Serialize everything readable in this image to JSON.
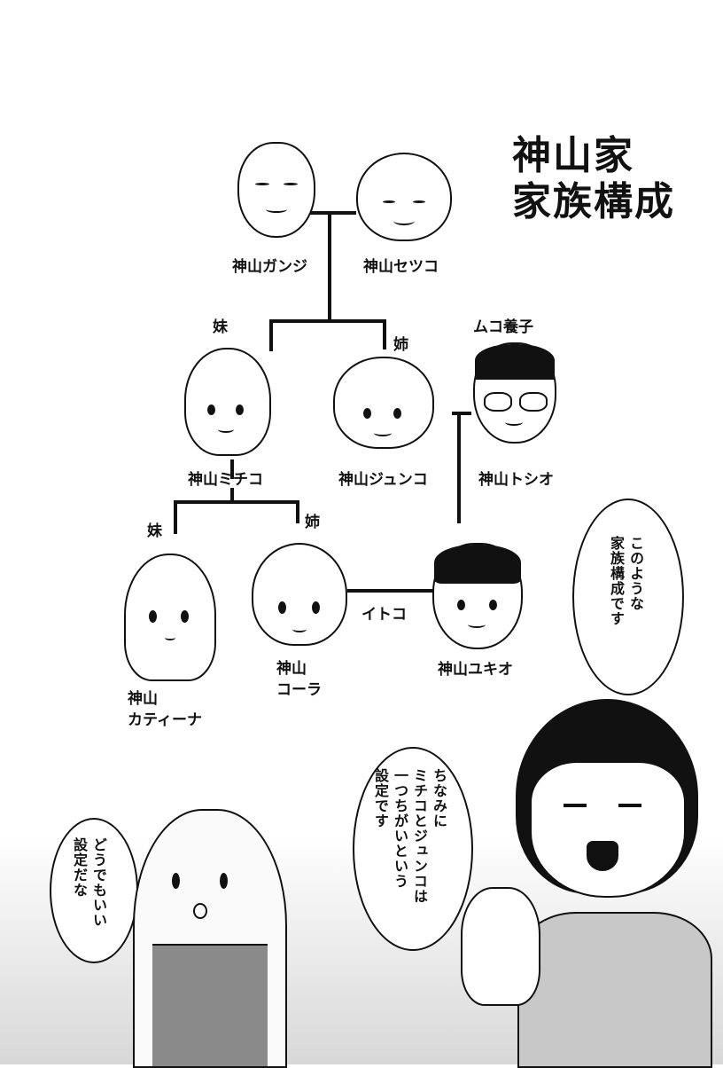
{
  "title": {
    "line1": "神山家",
    "line2": "家族構成"
  },
  "members": {
    "ganji": "神山ガンジ",
    "setsuko": "神山セツコ",
    "michiko": "神山ミチコ",
    "junko": "神山ジュンコ",
    "toshio": "神山トシオ",
    "katina_line1": "神山",
    "katina_line2": "カティーナ",
    "kora_line1": "神山",
    "kora_line2": "コーラ",
    "yukio": "神山ユキオ"
  },
  "relations": {
    "imouto_michiko": "妹",
    "ane_junko": "姉",
    "muko_yoshi": "ムコ養子",
    "imouto_katina": "妹",
    "ane_kora": "姉",
    "itoko": "イトコ"
  },
  "bubbles": {
    "family_line1": "このような",
    "family_line2": "家族構成です",
    "chinami_line1": "ちなみに",
    "chinami_line2": "ミチコとジュンコは",
    "chinami_line3": "一つちがいという",
    "chinami_line4": "設定です",
    "doudemo_line1": "どうでもいい",
    "doudemo_line2": "設定だな"
  }
}
